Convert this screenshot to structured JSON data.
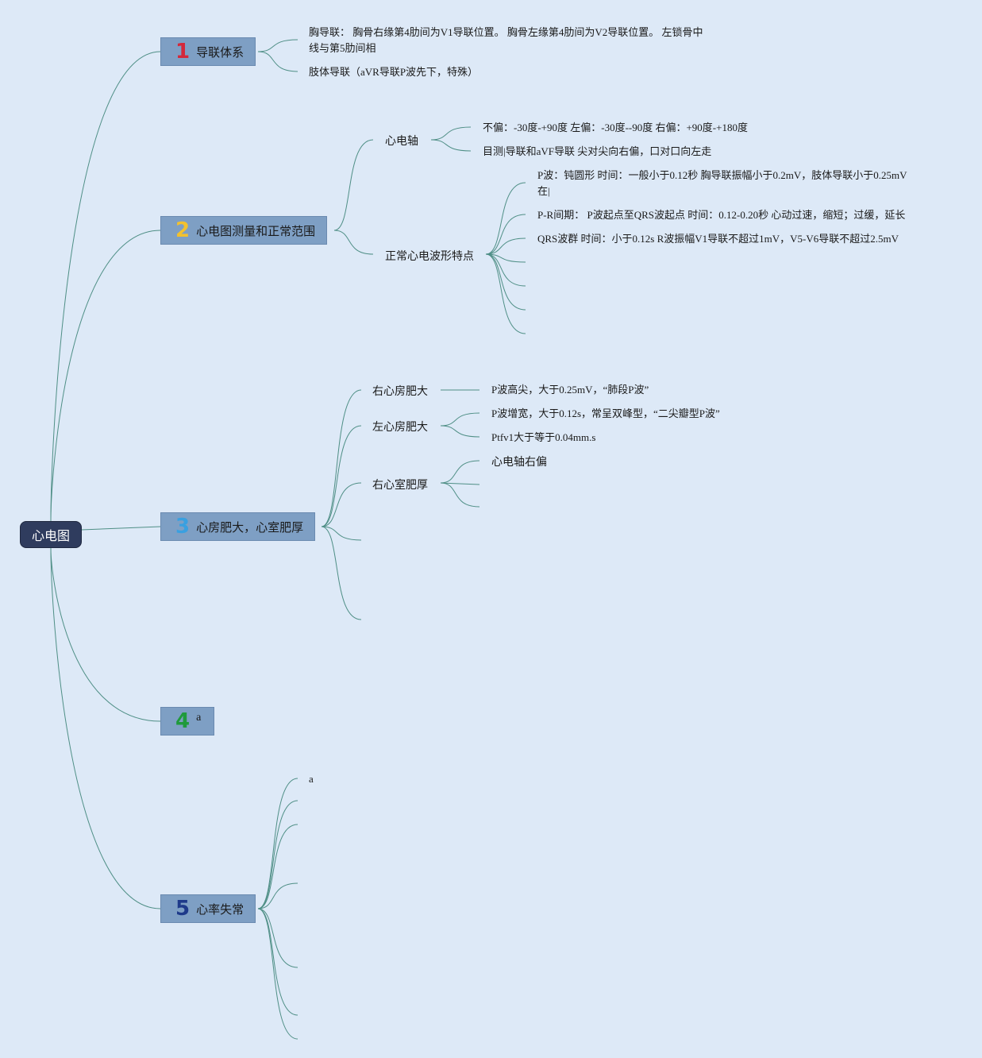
{
  "root": {
    "label": "心电图"
  },
  "colors": {
    "background": "#dde9f7",
    "root_fill": "#2f3c5e",
    "topic_fill": "#7e9fc4",
    "connector": "#4f8f86",
    "num1": "#d4283a",
    "num2": "#f2c12e",
    "num3": "#3aa0e0",
    "num4": "#1f9a3c",
    "num5": "#1e3a8a"
  },
  "topics": [
    {
      "num": "1",
      "label": "导联体系",
      "leaves": [
        "胸导联： 胸骨右缘第4肋间为V1导联位置。 胸骨左缘第4肋间为V2导联位置。 左锁骨中线与第5肋间相",
        "肢体导联（aVR导联P波先下，特殊）"
      ]
    },
    {
      "num": "2",
      "label": "心电图测量和正常范围",
      "subs": [
        {
          "label": "心电轴",
          "leaves": [
            "不偏：-30度-+90度 左偏：-30度--90度 右偏：+90度-+180度",
            "目测|导联和aVF导联 尖对尖向右偏，口对口向左走"
          ]
        },
        {
          "label": "正常心电波形特点",
          "leaves": [
            "P波：钝圆形 时间：一般小于0.12秒 胸导联振幅小于0.2mV，肢体导联小于0.25mV 在|",
            "P-R间期： P波起点至QRS波起点 时间：0.12-0.20秒 心动过速，缩短；过缓，延长",
            "QRS波群 时间：小于0.12s R波振幅V1导联不超过1mV，V5-V6导联不超过2.5mV"
          ]
        }
      ]
    },
    {
      "num": "3",
      "label": "心房肥大，心室肥厚",
      "subs": [
        {
          "label": "右心房肥大",
          "leaves": [
            "P波高尖，大于0.25mV，“肺段P波”"
          ]
        },
        {
          "label": "左心房肥大",
          "leaves": [
            "P波增宽，大于0.12s，常呈双峰型，“二尖瓣型P波”",
            "Ptfv1大于等于0.04mm.s"
          ]
        },
        {
          "label": "右心室肥厚",
          "leaves": [
            "心电轴右偏"
          ]
        }
      ]
    },
    {
      "num": "4",
      "label": "a"
    },
    {
      "num": "5",
      "label": "心率失常",
      "leaves": [
        "a"
      ]
    }
  ]
}
